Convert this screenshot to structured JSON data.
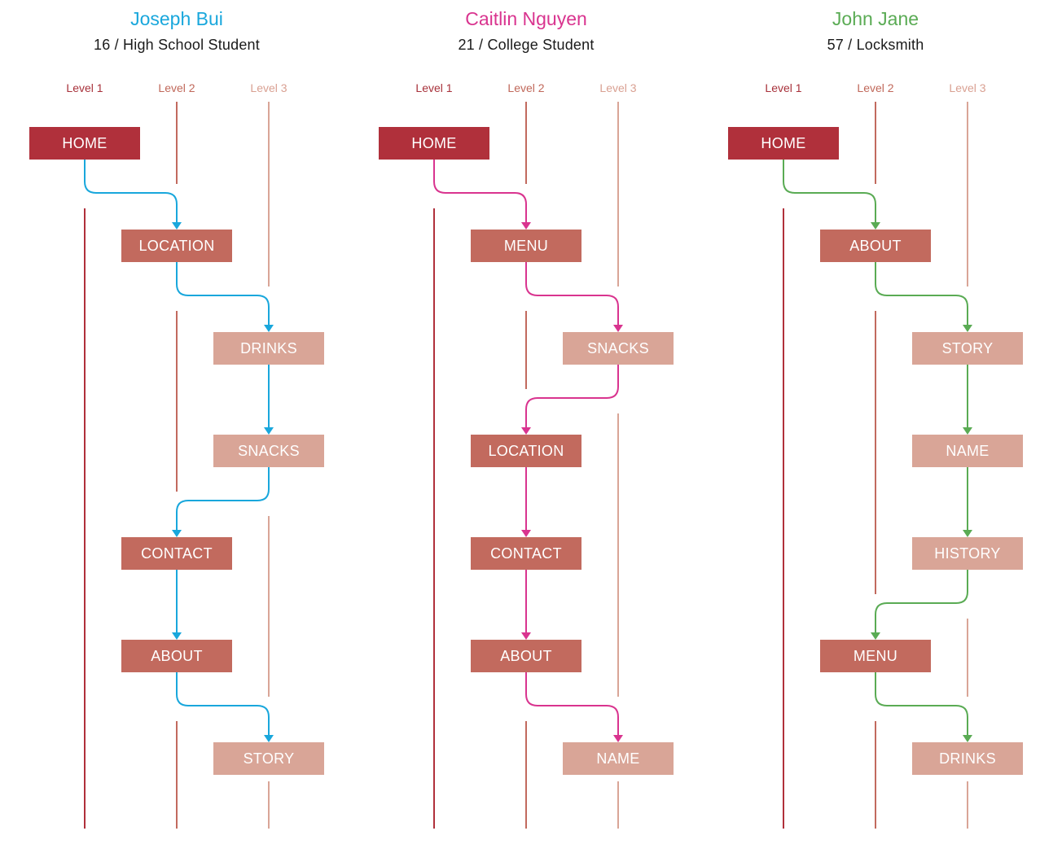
{
  "level_labels": [
    "Level 1",
    "Level 2",
    "Level 3"
  ],
  "colors": {
    "level1": "#b0303b",
    "level2": "#c26a5e",
    "level3": "#d9a597",
    "level1_label": "#a8323b",
    "level2_label": "#c0685a",
    "level3_label": "#d9a092"
  },
  "personas": [
    {
      "name": "Joseph Bui",
      "subtitle": "16 / High School Student",
      "color": "#19a7dc",
      "path": [
        {
          "label": "HOME",
          "level": 1
        },
        {
          "label": "LOCATION",
          "level": 2
        },
        {
          "label": "DRINKS",
          "level": 3
        },
        {
          "label": "SNACKS",
          "level": 3
        },
        {
          "label": "CONTACT",
          "level": 2
        },
        {
          "label": "ABOUT",
          "level": 2
        },
        {
          "label": "STORY",
          "level": 3
        }
      ]
    },
    {
      "name": "Caitlin Nguyen",
      "subtitle": "21 / College Student",
      "color": "#d9348f",
      "path": [
        {
          "label": "HOME",
          "level": 1
        },
        {
          "label": "MENU",
          "level": 2
        },
        {
          "label": "SNACKS",
          "level": 3
        },
        {
          "label": "LOCATION",
          "level": 2
        },
        {
          "label": "CONTACT",
          "level": 2
        },
        {
          "label": "ABOUT",
          "level": 2
        },
        {
          "label": "NAME",
          "level": 3
        }
      ]
    },
    {
      "name": "John Jane",
      "subtitle": "57 / Locksmith",
      "color": "#5aab54",
      "path": [
        {
          "label": "HOME",
          "level": 1
        },
        {
          "label": "ABOUT",
          "level": 2
        },
        {
          "label": "STORY",
          "level": 3
        },
        {
          "label": "NAME",
          "level": 3
        },
        {
          "label": "HISTORY",
          "level": 3
        },
        {
          "label": "MENU",
          "level": 2
        },
        {
          "label": "DRINKS",
          "level": 3
        }
      ]
    }
  ]
}
